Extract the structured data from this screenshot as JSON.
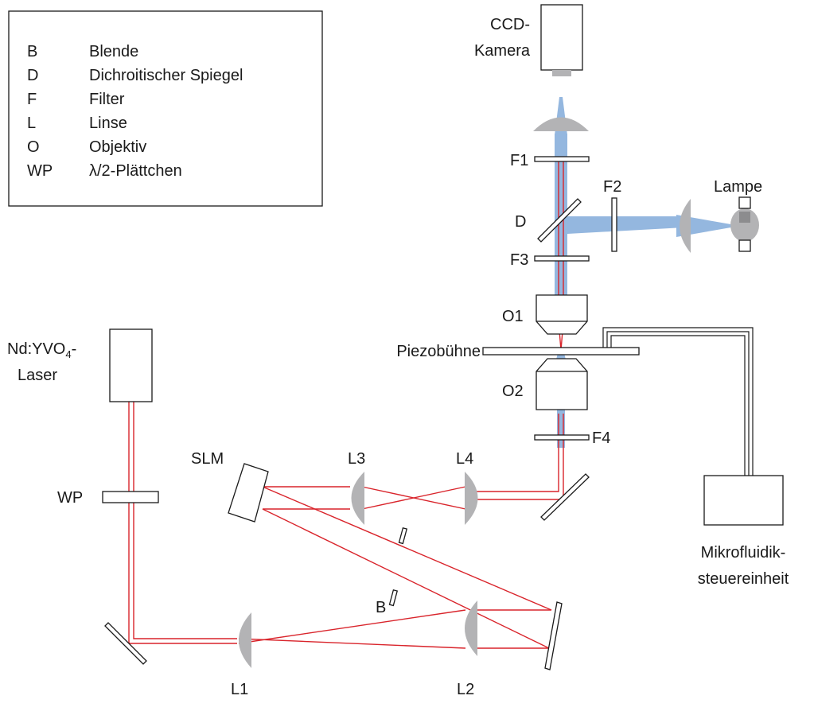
{
  "legend": {
    "entries": [
      {
        "key": "B",
        "desc": "Blende"
      },
      {
        "key": "D",
        "desc": "Dichroitischer Spiegel"
      },
      {
        "key": "F",
        "desc": "Filter"
      },
      {
        "key": "L",
        "desc": "Linse"
      },
      {
        "key": "O",
        "desc": "Objektiv"
      },
      {
        "key": "WP",
        "desc": "λ/2-Plättchen"
      }
    ]
  },
  "components": {
    "camera": [
      "CCD-",
      "Kamera"
    ],
    "laser": {
      "line1_prefix": "Nd:YVO",
      "line1_sub": "4",
      "line1_suffix": "-",
      "line2": "Laser"
    },
    "lamp": "Lampe",
    "stage": "Piezobühne",
    "slm": "SLM",
    "waveplate": "WP",
    "aperture": "B",
    "controller": [
      "Mikrofluidik-",
      "steuereinheit"
    ],
    "dichroic": "D",
    "filters": [
      "F1",
      "F2",
      "F3",
      "F4"
    ],
    "objectives": [
      "O1",
      "O2"
    ],
    "lenses": [
      "L1",
      "L2",
      "L3",
      "L4"
    ]
  },
  "colors": {
    "laser_beam": "#d9242b",
    "imaging_light": "#94b7df",
    "optics_gray": "#b3b3b5",
    "outline": "#1a1a1a"
  }
}
